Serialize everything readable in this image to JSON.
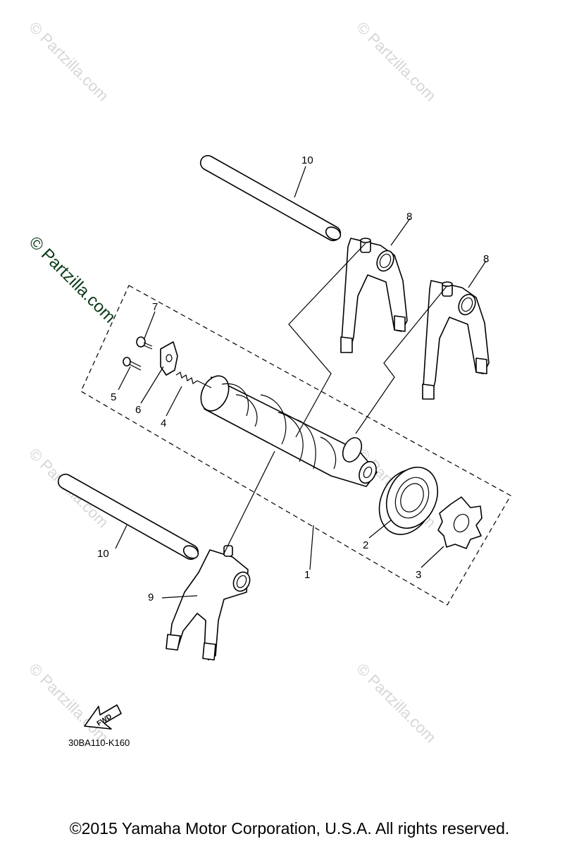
{
  "watermarks": {
    "text": "© Partzilla.com",
    "prominent": "© Partzilla.com"
  },
  "callouts": {
    "p1": "1",
    "p2": "2",
    "p3": "3",
    "p4": "4",
    "p5": "5",
    "p6": "6",
    "p7": "7",
    "p8a": "8",
    "p8b": "8",
    "p9": "9",
    "p10a": "10",
    "p10b": "10"
  },
  "fwd_arrow_label": "FWD",
  "diagram_code": "30BA110-K160",
  "copyright": "©2015  Yamaha Motor Corporation, U.S.A. All rights reserved."
}
